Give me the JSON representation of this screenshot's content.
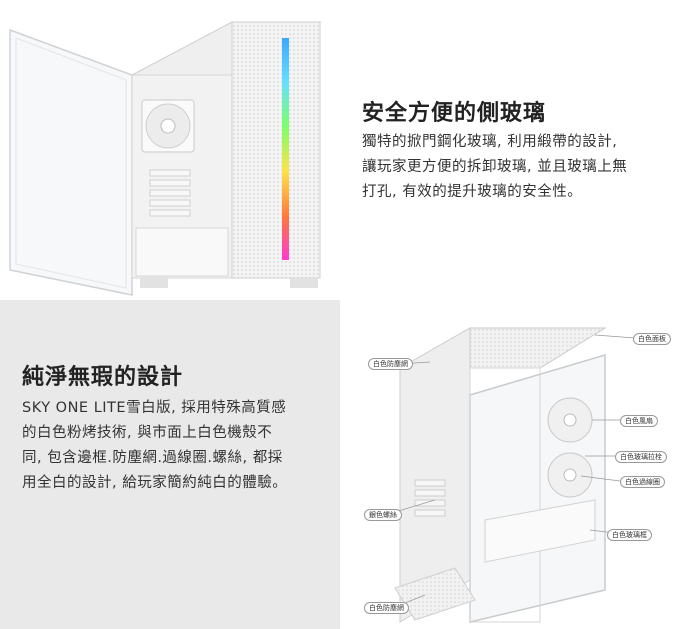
{
  "section1": {
    "title": "安全方便的側玻璃",
    "lines": [
      "獨特的掀門鋼化玻璃, 利用緞帶的設計,",
      "讓玩家更方便的拆卸玻璃, 並且玻璃上無",
      "打孔, 有效的提升玻璃的安全性。"
    ]
  },
  "section2": {
    "title": "純淨無瑕的設計",
    "lines": [
      "SKY ONE LITE雪白版, 採用特殊高質感",
      "的白色粉烤技術, 與市面上白色機殼不",
      "同, 包含邊框.防塵網.過線圈.螺絲, 都採",
      "用全白的設計, 給玩家簡約純白的體驗。"
    ]
  },
  "callouts": {
    "top_panel": "白色面板",
    "dust_filter_top": "白色防塵網",
    "fan": "白色風扇",
    "glass_screw": "白色玻璃拉栓",
    "grommet": "白色過線圈",
    "screw": "銀色螺絲",
    "glass_frame": "白色玻璃框",
    "dust_filter_bottom": "白色防塵網"
  }
}
